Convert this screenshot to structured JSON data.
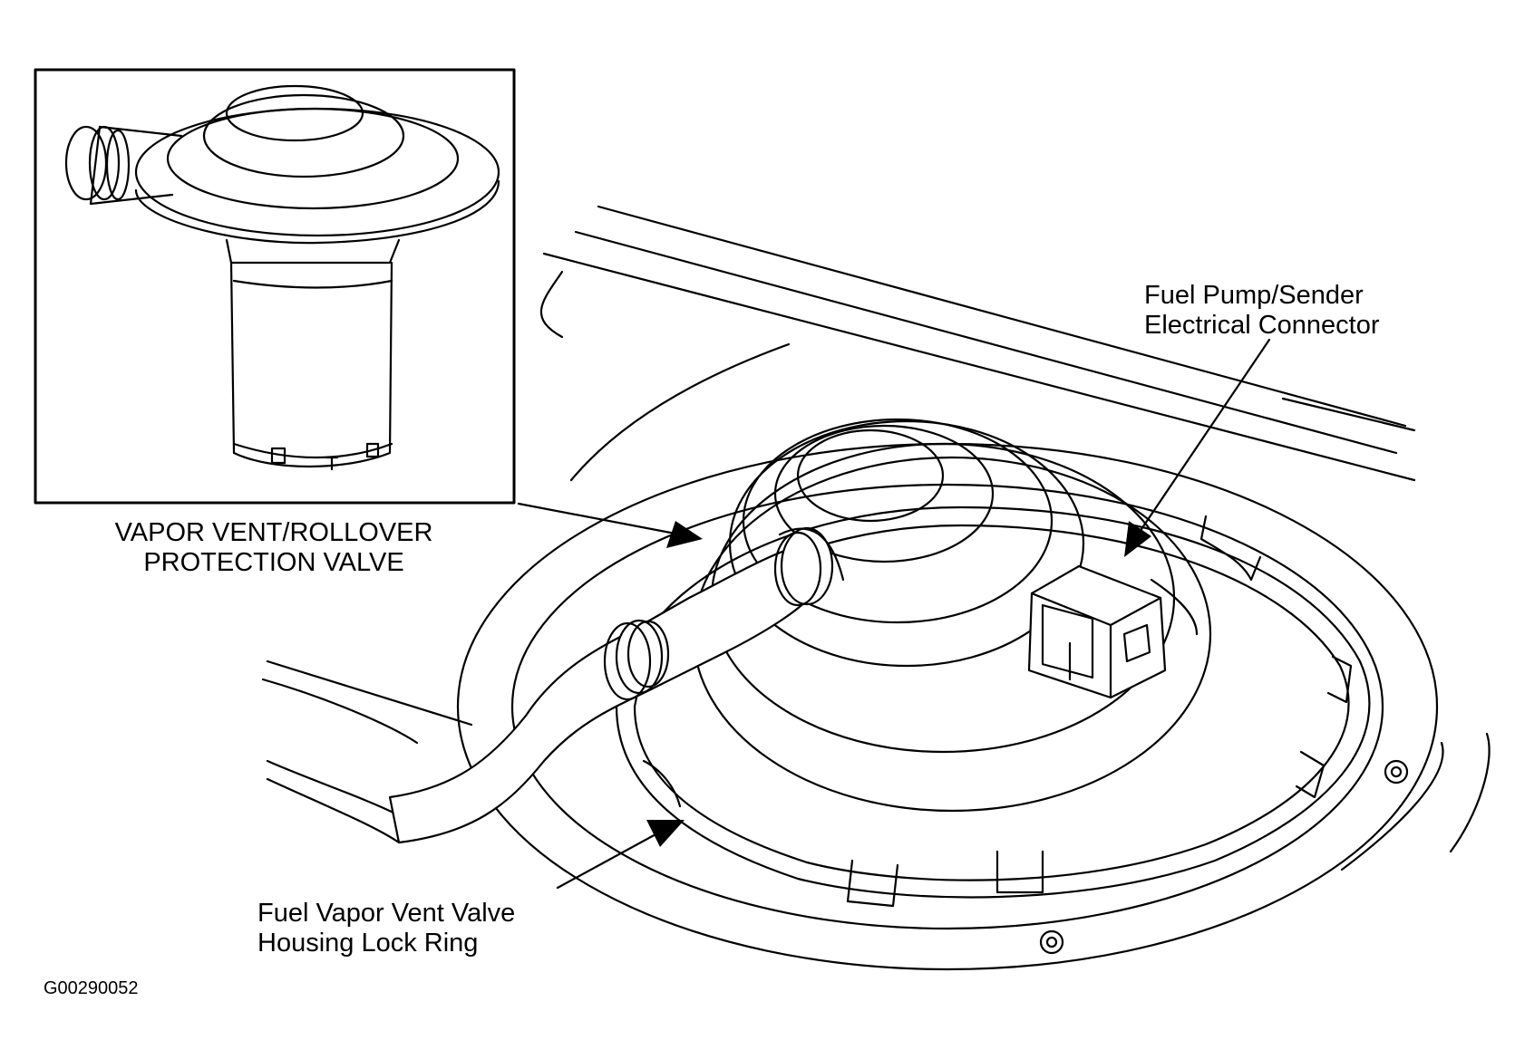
{
  "labels": {
    "inset_caption": [
      "VAPOR VENT/ROLLOVER",
      "PROTECTION VALVE"
    ],
    "connector": [
      "Fuel Pump/Sender",
      "Electrical Connector"
    ],
    "lock_ring": [
      "Fuel Vapor Vent Valve",
      "Housing Lock Ring"
    ]
  },
  "figure_code": "G00290052"
}
